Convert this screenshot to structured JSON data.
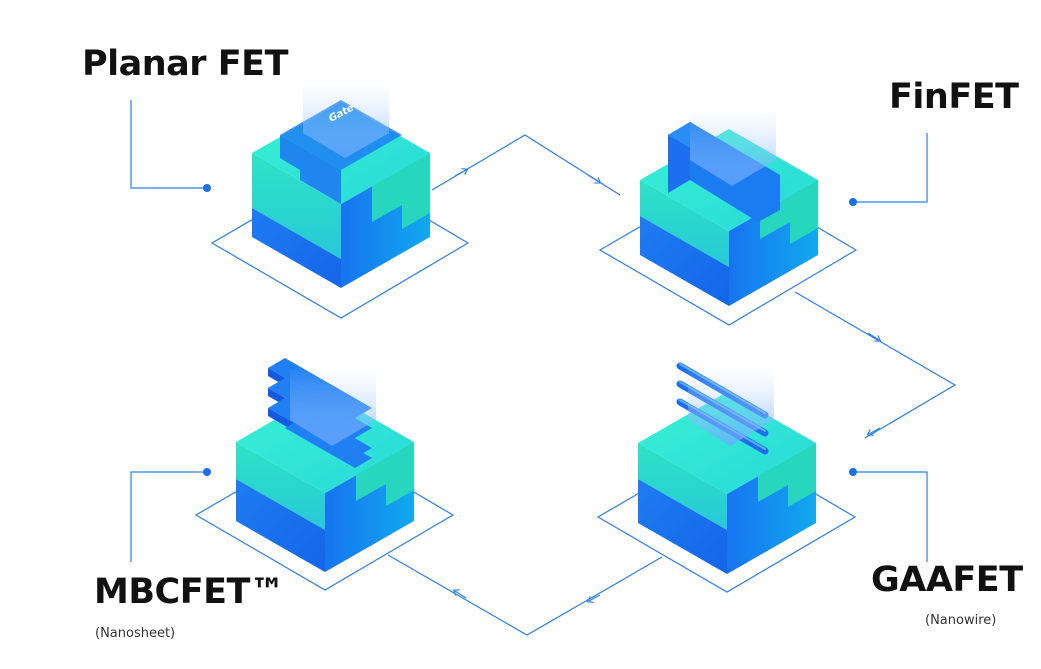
{
  "diagram": {
    "nodes": [
      {
        "id": "planar",
        "label": "Planar FET",
        "sub": "",
        "gate_text": "Gate"
      },
      {
        "id": "finfet",
        "label": "FinFET",
        "sub": ""
      },
      {
        "id": "gaafet",
        "label": "GAAFET",
        "sub": "(Nanowire)"
      },
      {
        "id": "mbcfet",
        "label": "MBCFET™",
        "sub": "(Nanosheet)"
      }
    ],
    "flow": [
      "planar",
      "finfet",
      "gaafet",
      "mbcfet"
    ]
  },
  "colors": {
    "line": "#2d7fe6",
    "cyan": "#2de8cf",
    "teal": "#33d6b8",
    "blue": "#1a6ff0",
    "deep_blue": "#1558e0",
    "text": "#111111"
  }
}
